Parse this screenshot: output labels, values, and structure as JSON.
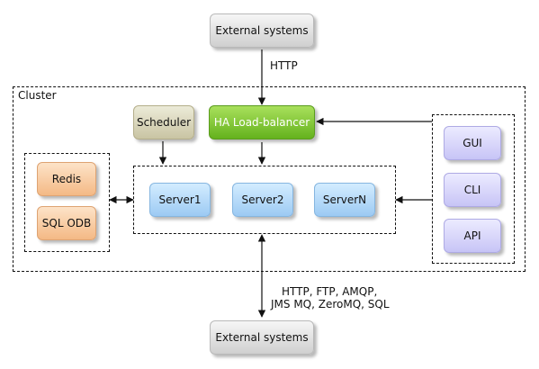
{
  "external_top": {
    "label": "External systems"
  },
  "http_label": "HTTP",
  "cluster": {
    "label": "Cluster"
  },
  "scheduler": {
    "label": "Scheduler"
  },
  "load_balancer": {
    "label": "HA Load-balancer"
  },
  "storage": {
    "items": [
      "Redis",
      "SQL ODB"
    ]
  },
  "servers": {
    "items": [
      "Server1",
      "Server2",
      "ServerN"
    ]
  },
  "interfaces": {
    "items": [
      "GUI",
      "CLI",
      "API"
    ]
  },
  "protocols": {
    "line1": "HTTP, FTP, AMQP,",
    "line2": "JMS MQ, ZeroMQ, SQL"
  },
  "external_bottom": {
    "label": "External systems"
  },
  "colors": {
    "green": "#6ab82a",
    "blue": "#a9d3f7",
    "orange": "#f7c297",
    "purple": "#cfcdf8",
    "tan": "#d4d0b4",
    "gray": "#dadada"
  }
}
